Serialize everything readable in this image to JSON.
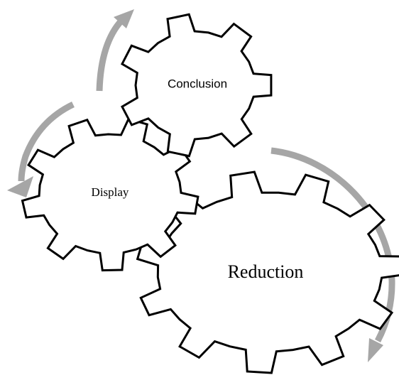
{
  "diagram": {
    "gears": {
      "conclusion": {
        "label": "Conclusion",
        "teeth": 7
      },
      "display": {
        "label": "Display",
        "teeth": 9
      },
      "reduction": {
        "label": "Reduction",
        "teeth": 11
      }
    },
    "colors": {
      "gear_fill": "#ffffff",
      "gear_outline": "#000000",
      "arrow": "#a6a6a6",
      "background": "#ffffff"
    }
  }
}
